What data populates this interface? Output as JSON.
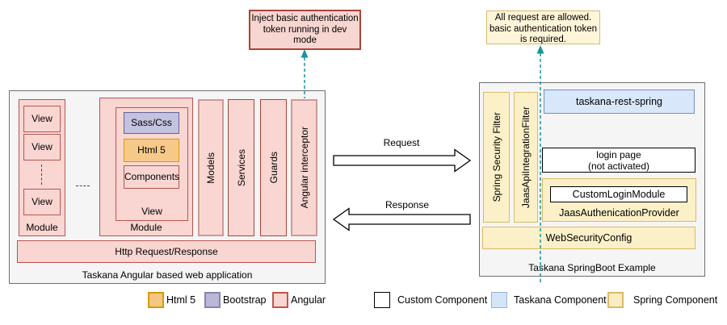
{
  "annotations": {
    "left": "Inject basic authentication token running in dev mode",
    "right": "All request are allowed. basic authentication token is required."
  },
  "angular_app": {
    "title": "Taskana Angular based web application",
    "module1": {
      "label": "Module",
      "views": [
        "View",
        "View",
        "View"
      ]
    },
    "module2": {
      "label": "Module",
      "view_label": "View",
      "children": [
        "Sass/Css",
        "Html 5",
        "Components"
      ]
    },
    "pillars": [
      "Models",
      "Services",
      "Guards",
      "Angular interceptor"
    ],
    "http_bar": "Http Request/Response"
  },
  "springboot": {
    "title": "Taskana SpringBoot Example",
    "filters": [
      "Spring Security Filter",
      "JaasApiIntegrationFilter"
    ],
    "rest": "taskana-rest-spring",
    "login_page": "login page\n(not activated)",
    "provider": "JaasAuthenicationProvider",
    "custom_login": "CustomLoginModule",
    "web_security": "WebSecurityConfig"
  },
  "arrows": {
    "request": "Request",
    "response": "Response"
  },
  "legend": {
    "items": [
      {
        "label": "Html 5",
        "color": "#F5C683",
        "stroke": "#D79B00"
      },
      {
        "label": "Bootstrap",
        "color": "#B9B8D8",
        "stroke": "#8684AE"
      },
      {
        "label": "Angular",
        "color": "#F9D6D2",
        "stroke": "#C2544C"
      },
      {
        "label": "Custom Component",
        "color": "#FFFFFF",
        "stroke": "#000000"
      },
      {
        "label": "Taskana Component",
        "color": "#D4E5F7",
        "stroke": "#94B3D9"
      },
      {
        "label": "Spring Component",
        "color": "#FAEDC4",
        "stroke": "#D9BB67"
      }
    ]
  },
  "colors": {
    "angular_fill": "#F9D6D2",
    "angular_stroke": "#B85450",
    "html5_fill": "#F7C988",
    "html5_stroke": "#D79B00",
    "bootstrap_fill": "#C3C2DF",
    "bootstrap_stroke": "#66619E",
    "taskana_fill": "#D9E7FA",
    "taskana_stroke": "#7191BF",
    "spring_fill": "#FCF0C8",
    "spring_stroke": "#D9BB67",
    "container_fill": "#F5F5F5",
    "container_stroke": "#707070",
    "dashed_line": "#17959F"
  }
}
